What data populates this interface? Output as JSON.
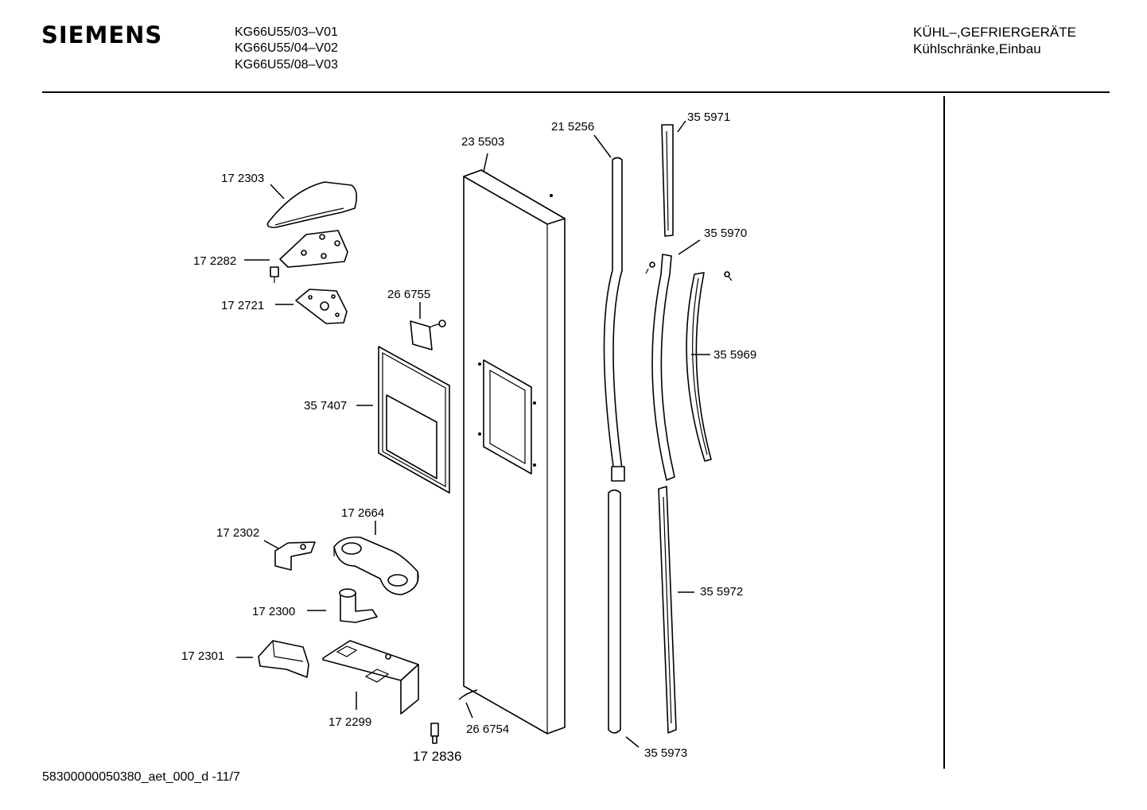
{
  "header": {
    "brand": "SIEMENS",
    "models": [
      "KG66U55/03–V01",
      "KG66U55/04–V02",
      "KG66U55/08–V03"
    ],
    "category_line1": "KÜHL–,GEFRIERGERÄTE",
    "category_line2": "Kühlschränke,Einbau"
  },
  "parts": [
    {
      "id": "172303",
      "label": "17 2303"
    },
    {
      "id": "172282",
      "label": "17 2282"
    },
    {
      "id": "172721",
      "label": "17 2721"
    },
    {
      "id": "266755",
      "label": "26 6755"
    },
    {
      "id": "357407",
      "label": "35 7407"
    },
    {
      "id": "235503",
      "label": "23 5503"
    },
    {
      "id": "215256",
      "label": "21 5256"
    },
    {
      "id": "355971",
      "label": "35 5971"
    },
    {
      "id": "355970",
      "label": "35 5970"
    },
    {
      "id": "355969",
      "label": "35 5969"
    },
    {
      "id": "172664",
      "label": "17 2664"
    },
    {
      "id": "172302",
      "label": "17 2302"
    },
    {
      "id": "172300",
      "label": "17 2300"
    },
    {
      "id": "172301",
      "label": "17 2301"
    },
    {
      "id": "172299",
      "label": "17 2299"
    },
    {
      "id": "172836",
      "label": "17 2836"
    },
    {
      "id": "266754",
      "label": "26 6754"
    },
    {
      "id": "355972",
      "label": "35 5972"
    },
    {
      "id": "355973",
      "label": "35 5973"
    }
  ],
  "footer": {
    "doc_code": "58300000050380_aet_000_d -11/7"
  }
}
